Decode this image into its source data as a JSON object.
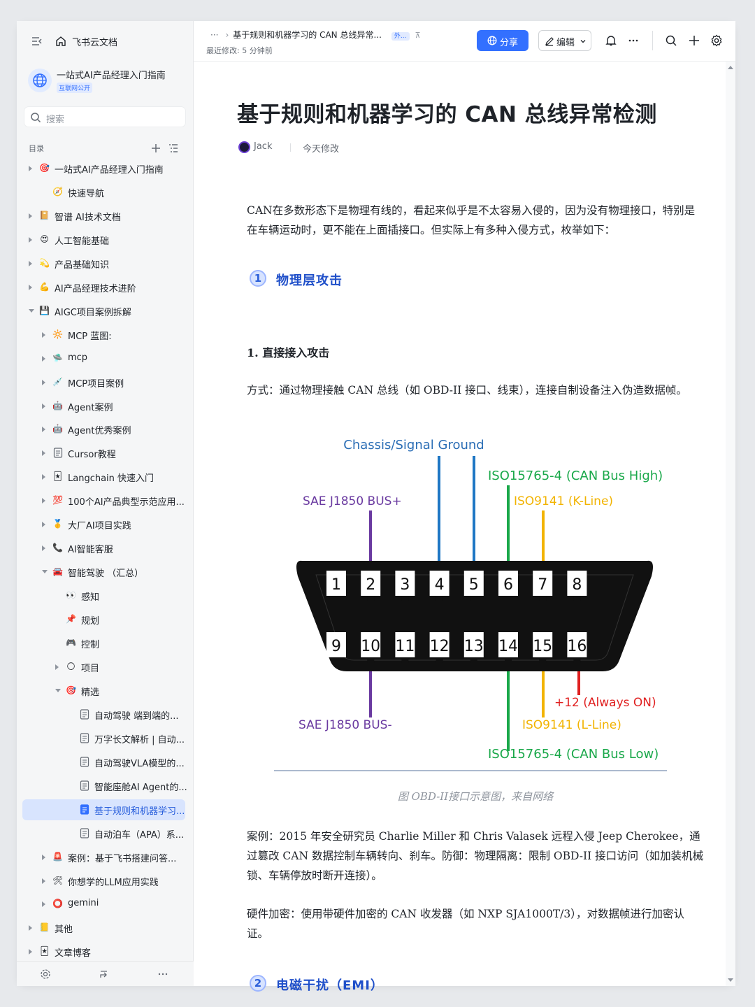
{
  "app": {
    "brand": "飞书云文档"
  },
  "space": {
    "name": "一站式AI产品经理入门指南",
    "badge": "互联网公开"
  },
  "search": {
    "placeholder": "搜索"
  },
  "toc": {
    "label": "目录"
  },
  "tree": [
    {
      "label": "一站式AI产品经理入门指南",
      "icon": "🎯"
    },
    {
      "label": "快速导航",
      "icon": "🧭"
    },
    {
      "label": "智谱 AI技术文档",
      "icon": "📔"
    },
    {
      "label": "人工智能基础",
      "icon": "😍"
    },
    {
      "label": "产品基础知识",
      "icon": "💫"
    },
    {
      "label": "AI产品经理技术进阶",
      "icon": "💪"
    },
    {
      "label": "AIGC项目案例拆解",
      "icon": "💾"
    },
    {
      "label": "MCP 蓝图:",
      "icon": "🔆"
    },
    {
      "label": "mcp",
      "icon": "🛸"
    },
    {
      "label": "MCP项目案例",
      "icon": "💉"
    },
    {
      "label": "Agent案例",
      "icon": "🤖"
    },
    {
      "label": "Agent优秀案例",
      "icon": "🤖"
    },
    {
      "label": "Cursor教程",
      "icon": "doc"
    },
    {
      "label": "Langchain 快速入门",
      "icon": "🃏"
    },
    {
      "label": "100个AI产品典型示范应用...",
      "icon": "💯"
    },
    {
      "label": "大厂AI项目实践",
      "icon": "🥇"
    },
    {
      "label": "AI智能客服",
      "icon": "📞"
    },
    {
      "label": "智能驾驶 （汇总）",
      "icon": "🚘"
    },
    {
      "label": "感知",
      "icon": "👀"
    },
    {
      "label": "规划",
      "icon": "📌"
    },
    {
      "label": "控制",
      "icon": "🎮"
    },
    {
      "label": "项目",
      "icon": "🌕"
    },
    {
      "label": "精选",
      "icon": "🎯"
    },
    {
      "label": "自动驾驶 端到端的...",
      "icon": "doc"
    },
    {
      "label": "万字长文解析 | 自动...",
      "icon": "doc"
    },
    {
      "label": "自动驾驶VLA模型的...",
      "icon": "doc"
    },
    {
      "label": "智能座舱AI Agent的...",
      "icon": "doc"
    },
    {
      "label": "基于规则和机器学习...",
      "icon": "doc"
    },
    {
      "label": "自动泊车（APA）系...",
      "icon": "doc"
    },
    {
      "label": "案例：基于飞书搭建问答...",
      "icon": "🚨"
    },
    {
      "label": "你想学的LLM应用实践",
      "icon": "🛠"
    },
    {
      "label": "gemini",
      "icon": "⭕"
    },
    {
      "label": "其他",
      "icon": "📒"
    },
    {
      "label": "文章博客",
      "icon": "🃏"
    }
  ],
  "header": {
    "dots": "···",
    "crumb_title": "基于规则和机器学习的 CAN 总线异常...",
    "ext_badge": "外...",
    "pin": "⊼",
    "edited": "最近修改: 5 分钟前",
    "share_label": "分享",
    "edit_label": "编辑"
  },
  "doc": {
    "title": "基于规则和机器学习的 CAN 总线异常检测",
    "author": "Jack",
    "modified": "今天修改",
    "intro": "CAN在多数形态下是物理有线的，看起来似乎是不太容易入侵的，因为没有物理接口，特别是在车辆运动时，更不能在上面插接口。但实际上有多种入侵方式，枚举如下：",
    "sec1_num": "1",
    "sec1_title": "物理层攻击",
    "sub1": "1. 直接接入攻击",
    "method": "方式：通过物理接触 CAN 总线（如 OBD-II 接口、线束），连接自制设备注入伪造数据帧。",
    "caption": "图 OBD-II接口示意图，来自网络",
    "case": "案例：2015 年安全研究员 Charlie Miller 和 Chris Valasek 远程入侵 Jeep Cherokee，通过篡改 CAN 数据控制车辆转向、刹车。防御：物理隔离：限制 OBD-II 接口访问（如加装机械锁、车辆停放时断开连接）。",
    "hw": "硬件加密：使用带硬件加密的 CAN 收发器（如 NXP SJA1000T/3），对数据帧进行加密认证。",
    "sec2_num": "2",
    "sec2_title": "电磁干扰（EMI）"
  },
  "figure": {
    "pins_top": [
      "1",
      "2",
      "3",
      "4",
      "5",
      "6",
      "7",
      "8"
    ],
    "pins_bottom": [
      "9",
      "10",
      "11",
      "12",
      "13",
      "14",
      "15",
      "16"
    ],
    "label_ground": "Chassis/Signal Ground",
    "label_can_high": "ISO15765-4 (CAN Bus High)",
    "label_kline": "ISO9141 (K-Line)",
    "label_j1850_plus": "SAE J1850 BUS+",
    "label_j1850_minus": "SAE J1850 BUS-",
    "label_12v": "+12 (Always ON)",
    "label_lline": "ISO9141 (L-Line)",
    "label_can_low": "ISO15765-4 (CAN Bus Low)",
    "colors": {
      "blue": "#1f77c4",
      "green": "#1aa84a",
      "yellow": "#f2b300",
      "purple": "#6a3aa0",
      "red": "#e02020",
      "ground_text": "#2a6db5"
    }
  }
}
